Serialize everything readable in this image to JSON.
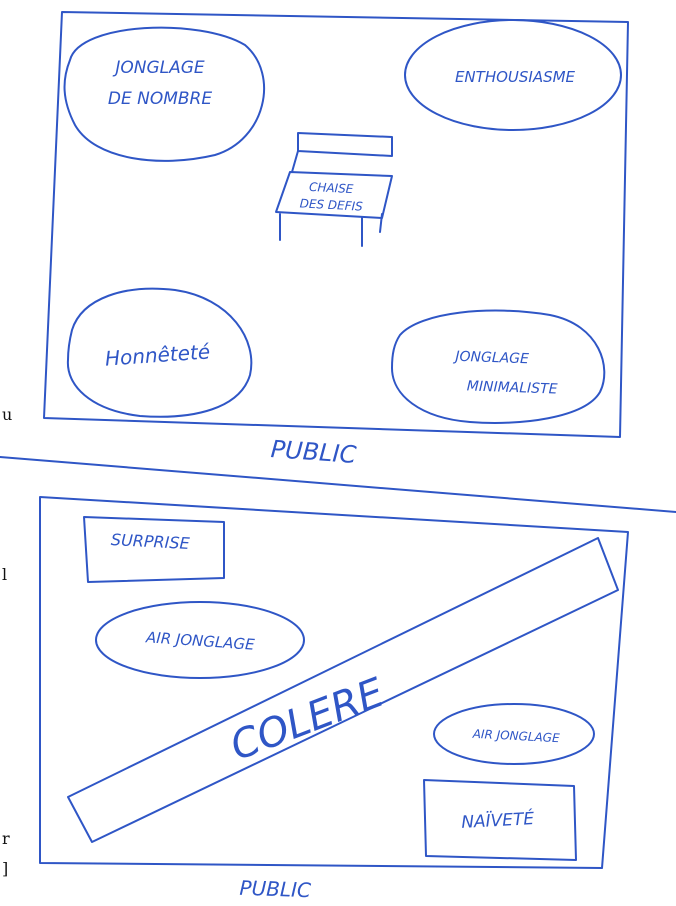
{
  "stage1": {
    "zones": {
      "jonglage_nombre": [
        "JONGLAGE",
        "DE NOMBRE"
      ],
      "enthousiasme": "ENTHOUSIASME",
      "honnetete": "Honnêteté",
      "jonglage_minimaliste": [
        "JONGLAGE",
        "MINIMALISTE"
      ]
    },
    "chair": [
      "CHAISE",
      "DES DEFIS"
    ],
    "audience": "PUBLIC"
  },
  "stage2": {
    "zones": {
      "surprise": "SURPRISE",
      "air_jonglage_left": "AIR JONGLAGE",
      "colere": "COLERE",
      "air_jonglage_right": "AIR JONGLAGE",
      "naivete": "NAÏVETÉ"
    },
    "audience": "PUBLIC"
  },
  "margin_fragments": [
    "u",
    "l",
    "r",
    "]"
  ]
}
